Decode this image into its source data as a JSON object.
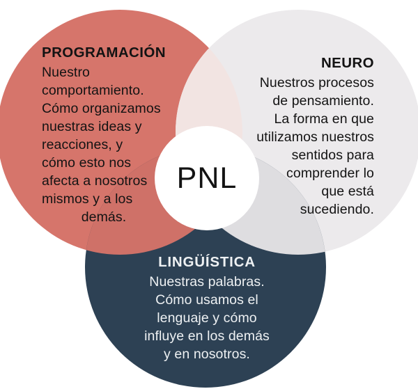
{
  "colors": {
    "background": "#ffffff",
    "programacion": "#d6756b",
    "neuro": "#eceaec",
    "linguistica": "#2d4154",
    "programacion_neuro_overlap": "#f2e4e2",
    "programacion_linguistica_overlap": "#cf7168",
    "neuro_linguistica_overlap": "#dedde0",
    "center_circle": "#ffffff",
    "dark_text": "#131313",
    "light_text": "#eef1f3"
  },
  "center": {
    "label": "PNL"
  },
  "regions": {
    "programacion": {
      "title": "PROGRAMACIÓN",
      "lines": [
        "Nuestro",
        "comportamiento.",
        "Cómo organizamos",
        "nuestras ideas y",
        "reacciones, y",
        "cómo esto nos",
        "afecta a nosotros",
        "mismos y a los",
        "demás."
      ]
    },
    "neuro": {
      "title": "NEURO",
      "lines": [
        "Nuestros procesos",
        "de pensamiento.",
        "La forma en que",
        "utilizamos nuestros",
        "sentidos para",
        "comprender lo",
        "que está",
        "sucediendo."
      ]
    },
    "linguistica": {
      "title": "LINGÜÍSTICA",
      "lines": [
        "Nuestras palabras.",
        "Cómo usamos el",
        "lenguaje y cómo",
        "influye en los demás",
        "y en nosotros."
      ]
    }
  }
}
